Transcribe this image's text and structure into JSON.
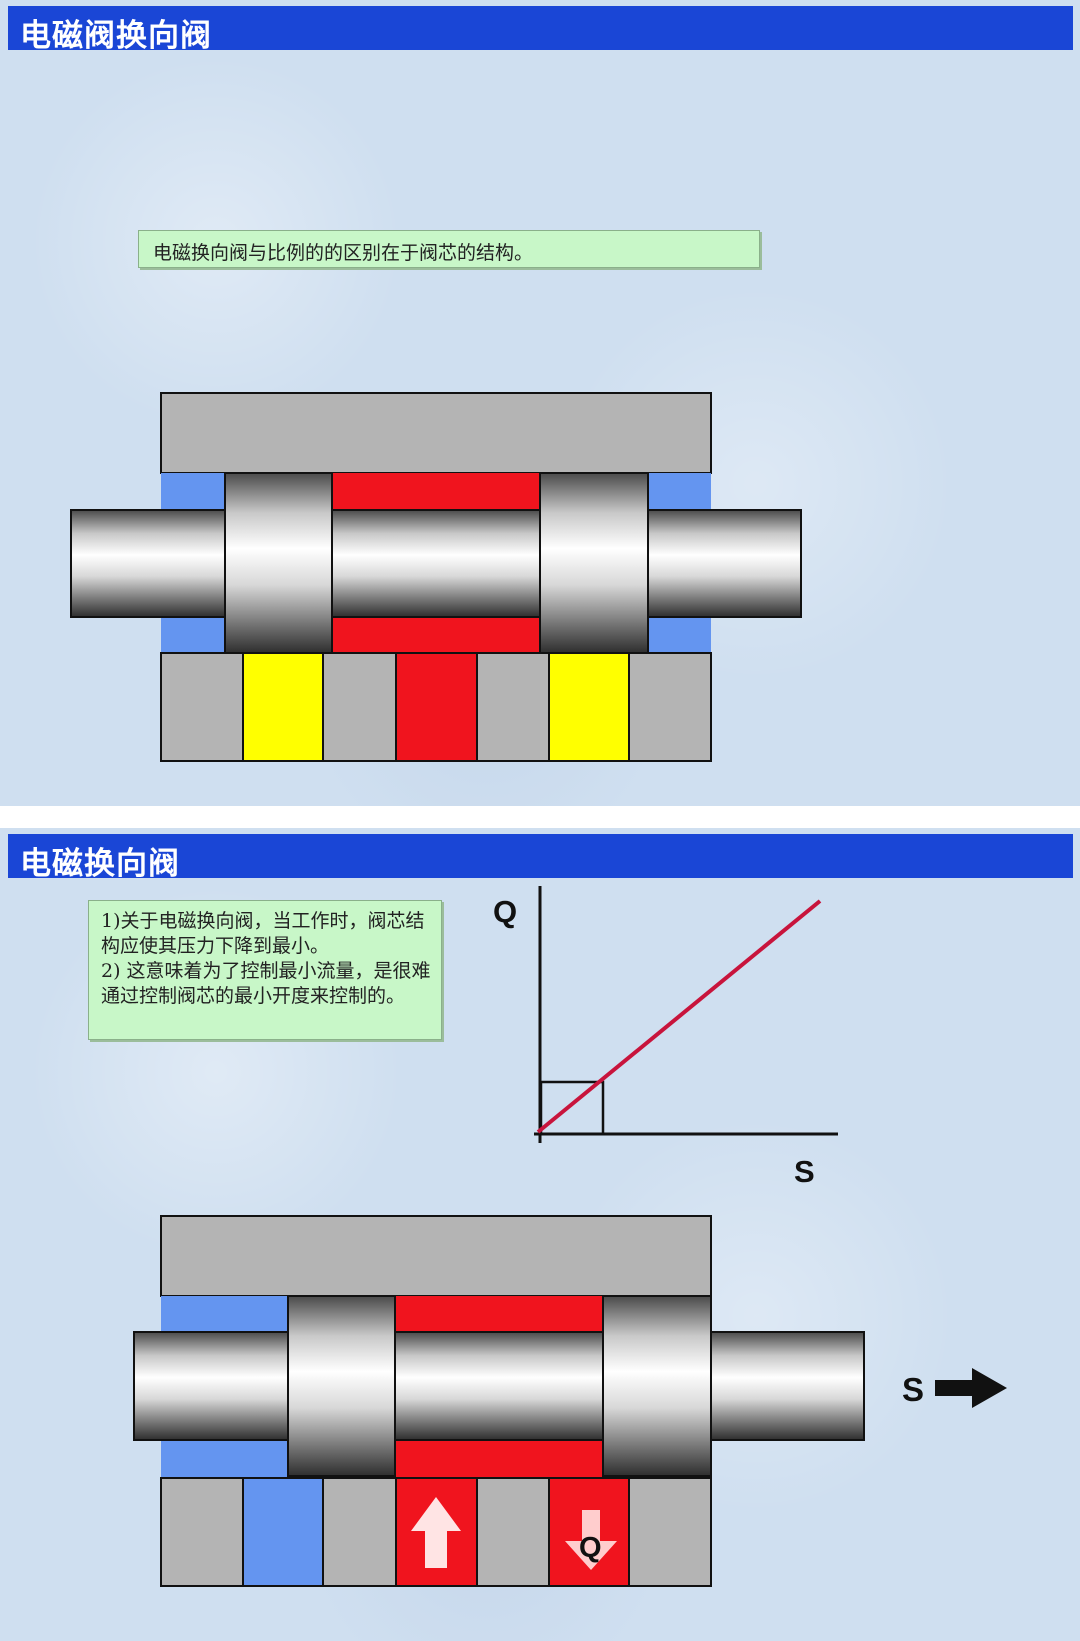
{
  "slide1": {
    "title": "电磁阀换向阀",
    "note": "电磁换向阀与比例的的区别在于阀芯的结构。"
  },
  "slide2": {
    "title": "电磁换向阀",
    "note_line1": "1)关于电磁换向阀，当工作时，阀芯结构应使其压力下降到最小。",
    "note_line2": "2) 这意味着为了控制最小流量，是很难通过控制阀芯的最小开度来控制的。",
    "graph": {
      "y_label": "Q",
      "x_label": "S"
    },
    "spool_direction_label": "S",
    "flow_label": "Q"
  },
  "colors": {
    "banner": "#1a46d6",
    "body_gray": "#b4b4b4",
    "pressure_red": "#f0141e",
    "tank_blue": "#6495f0",
    "yellow": "#ffff00",
    "note_green": "#c8f7c8",
    "curve": "#c8143c"
  }
}
